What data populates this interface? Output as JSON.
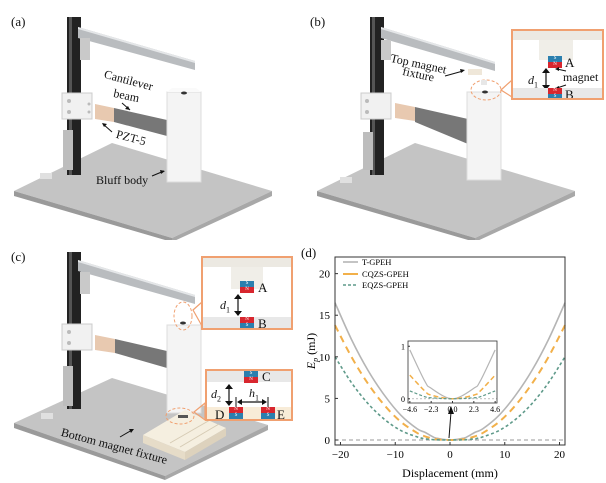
{
  "panels": {
    "a": {
      "label": "(a)",
      "annotations": {
        "cantilever_beam": "Cantilever\nbeam",
        "cantilever_line1": "Cantilever",
        "cantilever_line2": "beam",
        "pzt": "PZT-5",
        "bluff_body": "Bluff body"
      }
    },
    "b": {
      "label": "(b)",
      "annotations": {
        "top_fixture_line1": "Top magnet",
        "top_fixture_line2": "fixture",
        "magnet": "magnet",
        "gap": "d",
        "gap_sub": "1",
        "magnet_a": "A",
        "magnet_b": "B"
      }
    },
    "c": {
      "label": "(c)",
      "annotations": {
        "gap1": "d",
        "gap1_sub": "1",
        "gap2": "d",
        "gap2_sub": "2",
        "spacing": "h",
        "spacing_sub": "1",
        "magnet_a": "A",
        "magnet_b": "B",
        "magnet_c": "C",
        "magnet_d": "D",
        "magnet_e": "E",
        "bottom_fixture": "Bottom magnet fixture"
      }
    },
    "d": {
      "label": "(d)"
    }
  },
  "magnet_poles": {
    "north": "N",
    "south": "S"
  },
  "colors": {
    "t_gpeh": "#b5b5b5",
    "cqzs_gpeh": "#f2b04a",
    "eqzs_gpeh": "#5f9a8a",
    "inset_border": "#f0a070",
    "magnet_red": "#d8262e",
    "magnet_blue": "#2b7fae"
  },
  "chart_data": {
    "type": "line",
    "title": "",
    "xlabel": "Displacement (mm)",
    "ylabel": "E_p (mJ)",
    "ylabel_main": "E",
    "ylabel_sub": "p",
    "ylabel_unit": " (mJ)",
    "xlim": [
      -21,
      21
    ],
    "ylim": [
      -0.6,
      22
    ],
    "xticks": [
      -20,
      -10,
      0,
      10,
      20
    ],
    "xtick_labels": [
      "−20",
      "−10",
      "0",
      "10",
      "20"
    ],
    "yticks": [
      0,
      5,
      10,
      15,
      20
    ],
    "ytick_labels": [
      "0",
      "5",
      "10",
      "15",
      "20"
    ],
    "legend_position": "top-left",
    "zero_reference_line": true,
    "series": [
      {
        "name": "T-GPEH",
        "style": "solid",
        "x": [
          -21,
          -18,
          -15,
          -12,
          -9,
          -6,
          -4.6,
          -3,
          -2.3,
          0,
          2.3,
          3,
          4.6,
          6,
          9,
          12,
          15,
          18,
          21
        ],
        "y": [
          16.5,
          12.1,
          8.4,
          5.4,
          3.0,
          1.35,
          0.93,
          0.34,
          0.2,
          0,
          0.2,
          0.34,
          0.93,
          1.35,
          3.0,
          5.4,
          8.4,
          12.1,
          16.5
        ]
      },
      {
        "name": "CQZS-GPEH",
        "style": "long-dash",
        "x": [
          -21,
          -18,
          -15,
          -12,
          -9,
          -6,
          -4.6,
          -3,
          -2.3,
          0,
          2.3,
          3,
          4.6,
          6,
          9,
          12,
          15,
          18,
          21
        ],
        "y": [
          13.8,
          10.0,
          6.8,
          4.2,
          2.2,
          0.85,
          0.45,
          0.15,
          0.07,
          0,
          0.07,
          0.15,
          0.45,
          0.85,
          2.2,
          4.2,
          6.8,
          10.0,
          13.8
        ]
      },
      {
        "name": "EQZS-GPEH",
        "style": "short-dash",
        "x": [
          -21,
          -18,
          -15,
          -12,
          -9,
          -6,
          -4.6,
          -3,
          -2.3,
          0,
          2.3,
          3,
          4.6,
          6,
          9,
          12,
          15,
          18,
          21
        ],
        "y": [
          10.0,
          6.9,
          4.4,
          2.5,
          1.15,
          0.38,
          0.15,
          0.04,
          0.02,
          0,
          0.02,
          0.04,
          0.15,
          0.38,
          1.15,
          2.5,
          4.4,
          6.9,
          10.0
        ]
      }
    ],
    "inset": {
      "xlim": [
        -4.8,
        4.8
      ],
      "ylim": [
        -0.08,
        1.1
      ],
      "xticks": [
        -4.6,
        -2.3,
        0.0,
        2.3,
        4.6
      ],
      "xtick_labels": [
        "−4.6",
        "−2.3",
        "0.0",
        "2.3",
        "4.6"
      ],
      "yticks": [
        0,
        1
      ],
      "ytick_labels": [
        "0",
        "1"
      ],
      "zoom_target": "near x = 0"
    }
  }
}
